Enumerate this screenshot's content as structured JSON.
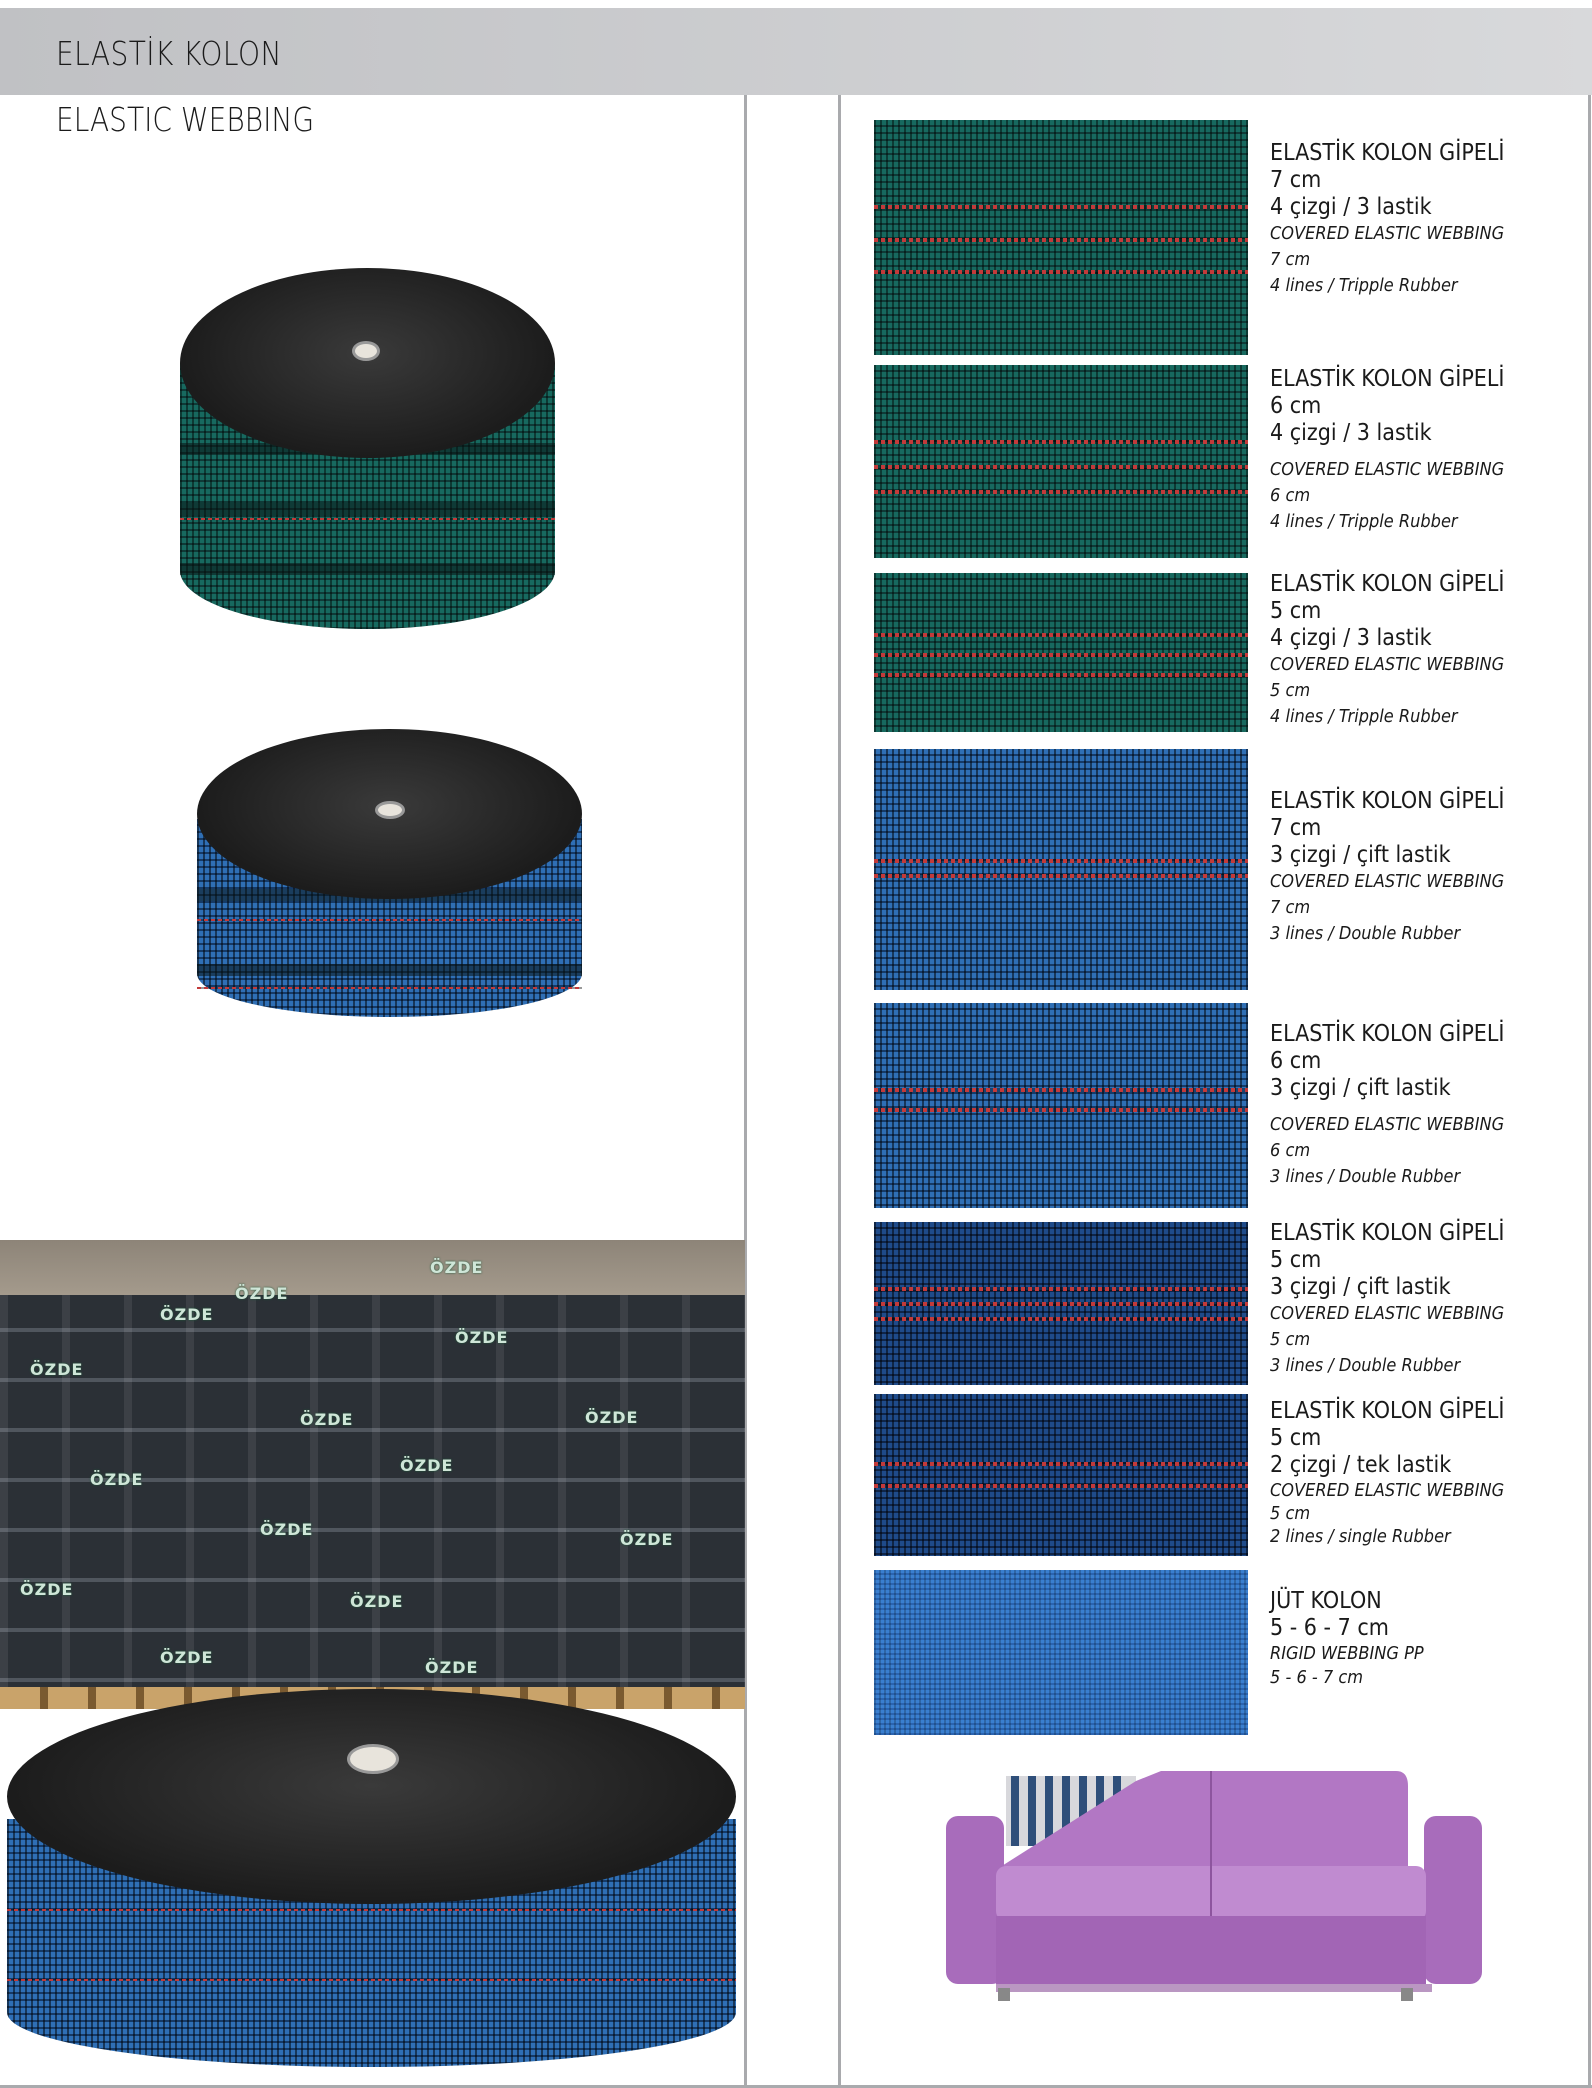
{
  "header": {
    "title": "ELASTİK KOLON"
  },
  "subtitle": "ELASTIC WEBBING",
  "products": [
    {
      "tr_title": "ELASTİK KOLON  GİPELİ",
      "tr_size": "7 cm",
      "tr_spec": "4 çizgi / 3 lastik",
      "en_title": "COVERED ELASTIC WEBBING",
      "en_size": "7 cm",
      "en_spec": "4 lines / Tripple Rubber",
      "color": "green"
    },
    {
      "tr_title": "ELASTİK KOLON  GİPELİ",
      "tr_size": "6 cm",
      "tr_spec": "4 çizgi / 3 lastik",
      "en_title": "COVERED ELASTIC WEBBING",
      "en_size": "6 cm",
      "en_spec": "4 lines / Tripple Rubber",
      "color": "green"
    },
    {
      "tr_title": "ELASTİK KOLON  GİPELİ",
      "tr_size": "5 cm",
      "tr_spec": "4 çizgi / 3 lastik",
      "en_title": "COVERED ELASTIC WEBBING",
      "en_size": "5 cm",
      "en_spec": "4 lines / Tripple Rubber",
      "color": "green"
    },
    {
      "tr_title": "ELASTİK KOLON  GİPELİ",
      "tr_size": "7 cm",
      "tr_spec": "3 çizgi / çift lastik",
      "en_title": "COVERED ELASTIC WEBBING",
      "en_size": "7 cm",
      "en_spec": "3 lines / Double Rubber",
      "color": "blue"
    },
    {
      "tr_title": "ELASTİK KOLON  GİPELİ",
      "tr_size": "6 cm",
      "tr_spec": "3 çizgi / çift lastik",
      "en_title": "COVERED ELASTIC WEBBING",
      "en_size": "6 cm",
      "en_spec": "3 lines / Double Rubber",
      "color": "blue"
    },
    {
      "tr_title": "ELASTİK KOLON  GİPELİ",
      "tr_size": "5 cm",
      "tr_spec": "3 çizgi / çift lastik",
      "en_title": "COVERED ELASTIC WEBBING",
      "en_size": "5 cm",
      "en_spec": "3 lines / Double Rubber",
      "color": "navy"
    },
    {
      "tr_title": "ELASTİK KOLON  GİPELİ",
      "tr_size": "5 cm",
      "tr_spec": "2 çizgi / tek lastik",
      "en_title": "COVERED ELASTIC WEBBING",
      "en_size": "5 cm",
      "en_spec": "2 lines / single Rubber",
      "color": "navy"
    },
    {
      "tr_title": "JÜT KOLON",
      "tr_size": "5 - 6 - 7 cm",
      "en_title": "RIGID WEBBING PP",
      "en_size": "5 - 6 - 7 cm",
      "color": "jute"
    }
  ],
  "brand_on_rolls": "ÖZDE"
}
